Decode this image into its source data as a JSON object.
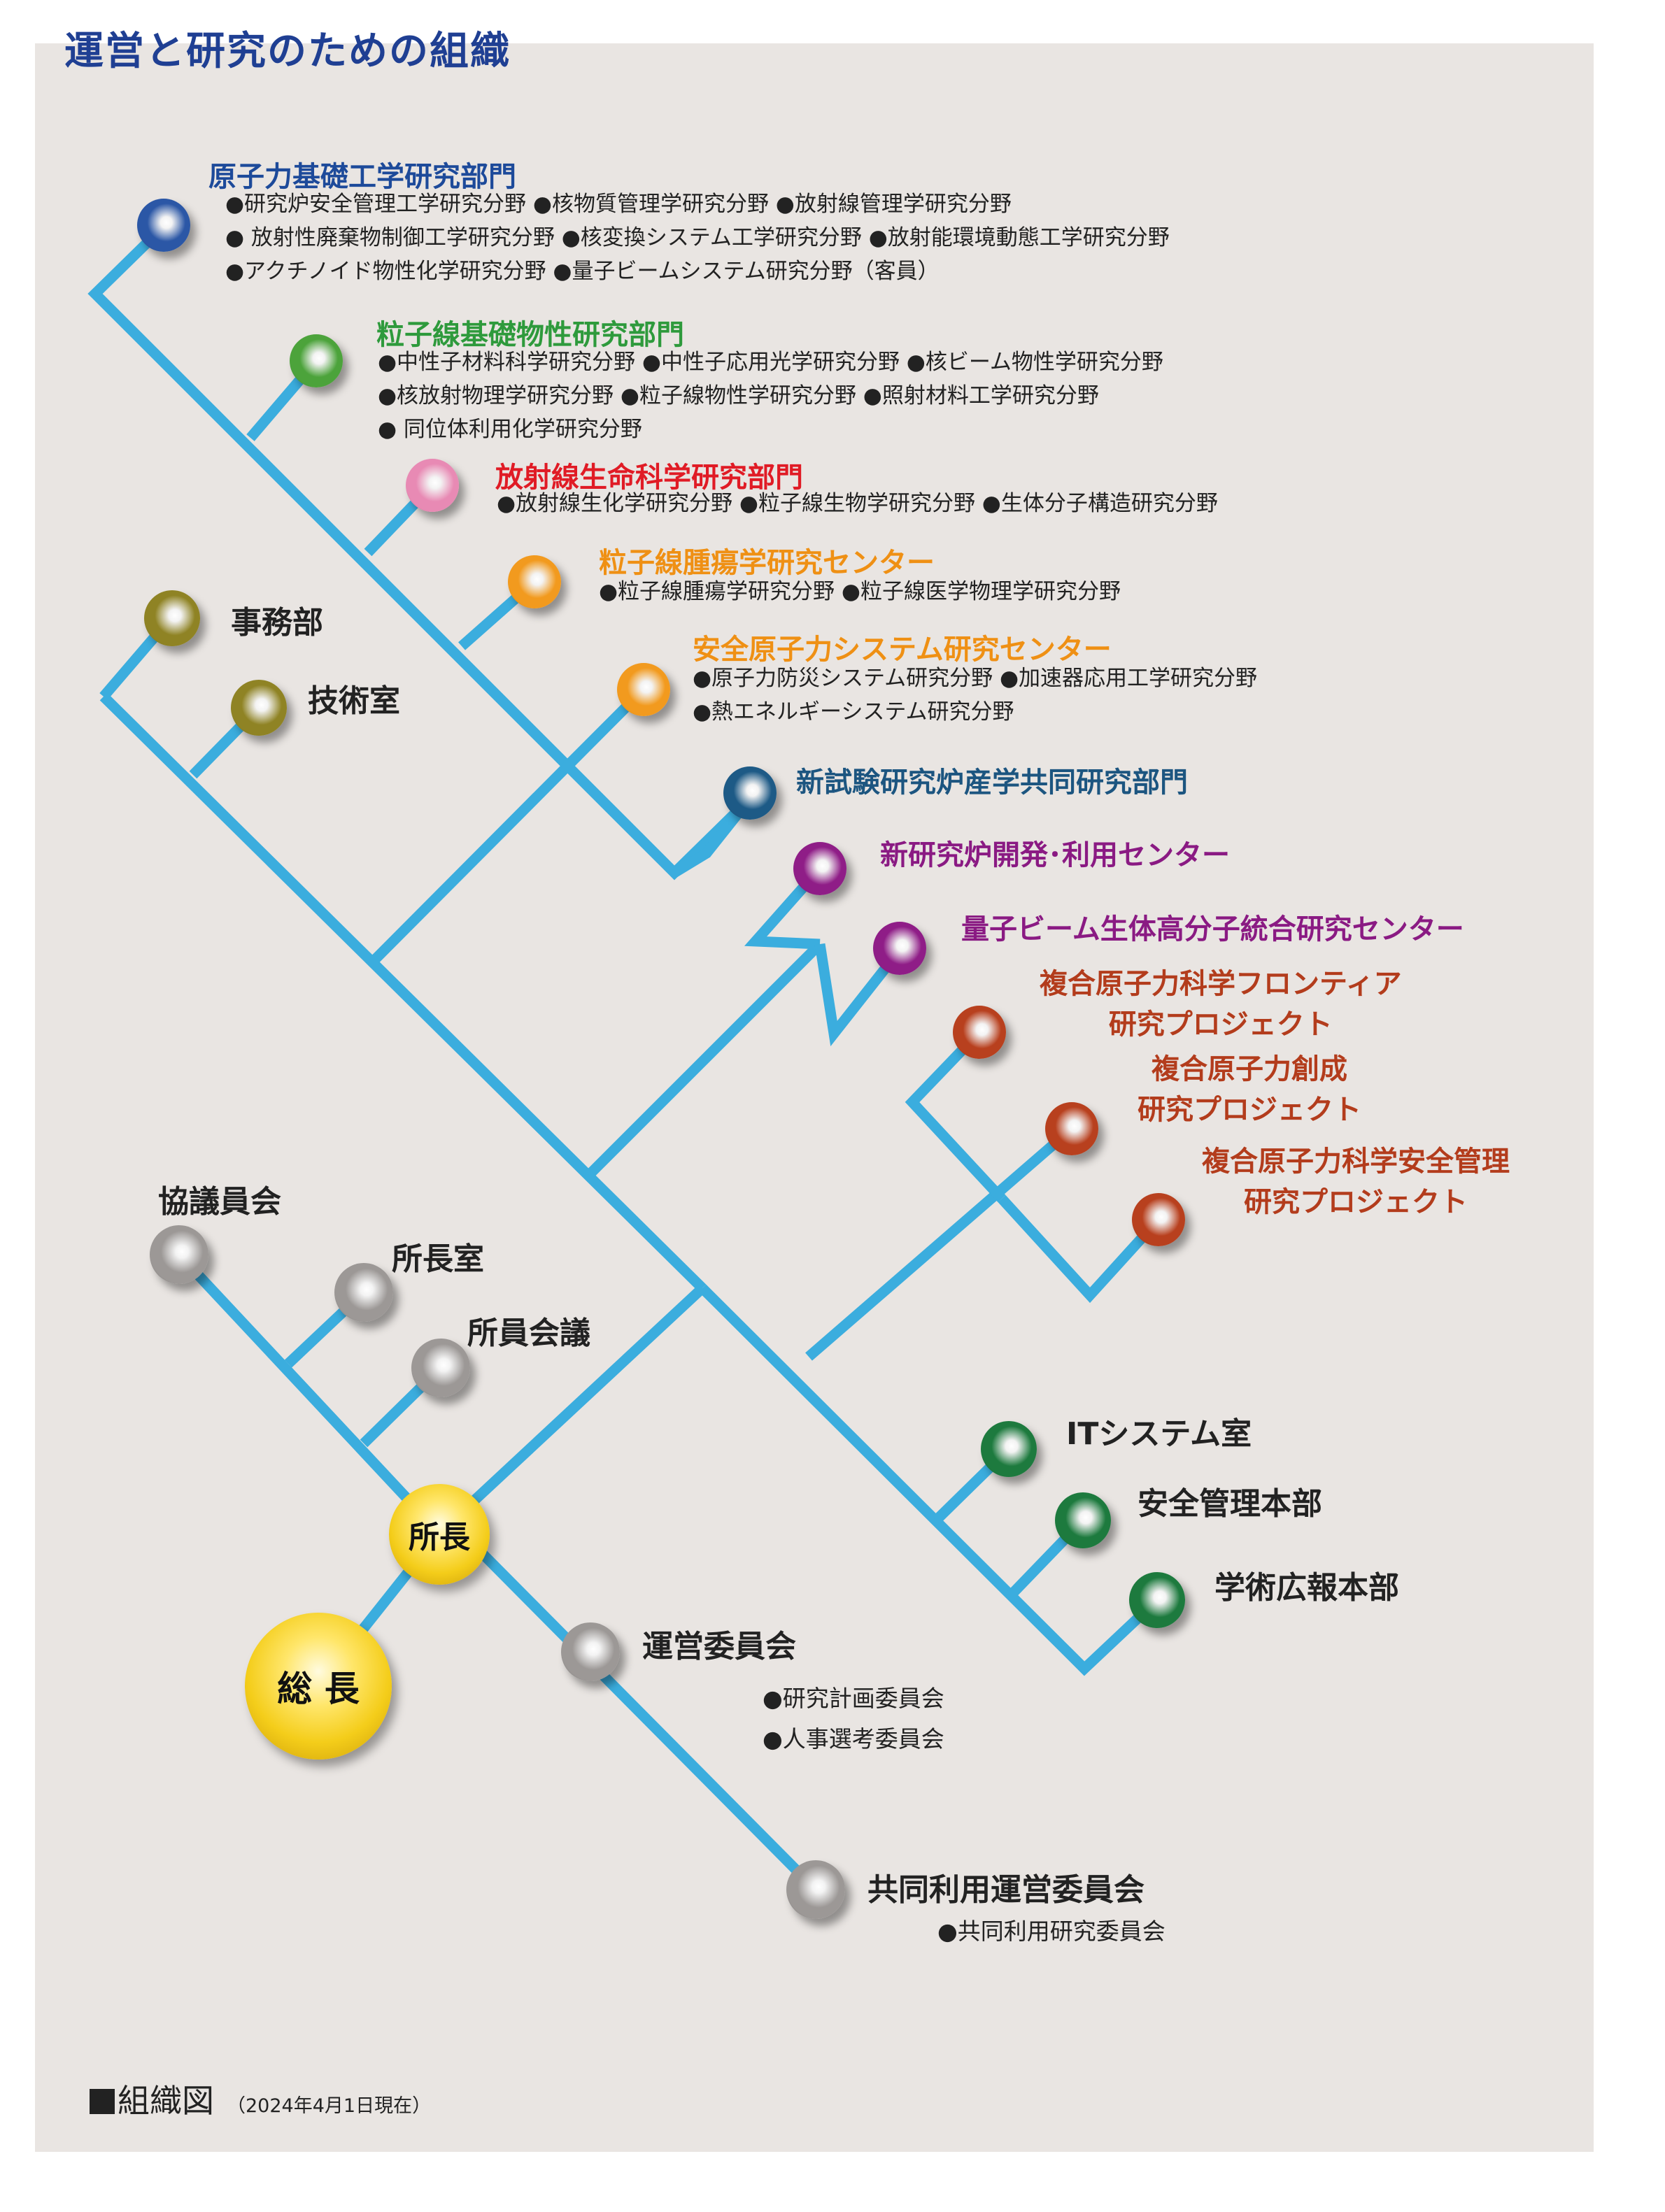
{
  "title": "運営と研究のための組織",
  "colors": {
    "line": "#3badde",
    "research_dept_1": "#2b57a6",
    "research_dept_2": "#4ca33b",
    "research_dept_3": "#e61e2a",
    "center_orange": "#f29a1e",
    "dept_navy": "#1d5a86",
    "center_purple": "#8f1d87",
    "project_brown": "#b8401e",
    "admin_olive": "#8f8324",
    "gray": "#9c9896",
    "green": "#1d7a3e",
    "gold": "#f4cd1a"
  },
  "units": [
    {
      "name": "原子力基礎工学研究部門",
      "color": "#1d4a9a",
      "fields": [
        "●研究炉安全管理工学研究分野 ●核物質管理学研究分野 ●放射線管理学研究分野",
        "● 放射性廃棄物制御工学研究分野 ●核変換システム工学研究分野  ●放射能環境動態工学研究分野",
        "●アクチノイド物性化学研究分野   ●量子ビームシステム研究分野（客員）"
      ]
    },
    {
      "name": "粒子線基礎物性研究部門",
      "color": "#2e9a3c",
      "fields": [
        "●中性子材料科学研究分野 ●中性子応用光学研究分野 ●核ビーム物性学研究分野",
        "●核放射物理学研究分野 ●粒子線物性学研究分野 ●照射材料工学研究分野",
        "● 同位体利用化学研究分野"
      ]
    },
    {
      "name": "放射線生命科学研究部門",
      "color": "#e01b25",
      "fields": [
        "●放射線生化学研究分野 ●粒子線生物学研究分野 ●生体分子構造研究分野"
      ]
    },
    {
      "name": "粒子線腫瘍学研究センター",
      "color": "#ef9014",
      "fields": [
        "●粒子線腫瘍学研究分野 ●粒子線医学物理学研究分野"
      ]
    },
    {
      "name": "安全原子力システム研究センター",
      "color": "#ef9014",
      "fields": [
        "●原子力防災システム研究分野  ●加速器応用工学研究分野",
        "●熱エネルギーシステム研究分野"
      ]
    },
    {
      "name": "新試験研究炉産学共同研究部門",
      "color": "#1c5580",
      "fields": []
    },
    {
      "name": "新研究炉開発･利用センター",
      "color": "#8a1a83",
      "fields": []
    },
    {
      "name": "量子ビーム生体高分子統合研究センター",
      "color": "#8a1a83",
      "fields": []
    },
    {
      "name": "複合原子力科学フロンティア\n研究プロジェクト",
      "color": "#b33c1c",
      "fields": []
    },
    {
      "name": "複合原子力創成\n研究プロジェクト",
      "color": "#b33c1c",
      "fields": []
    },
    {
      "name": "複合原子力科学安全管理\n研究プロジェクト",
      "color": "#b33c1c",
      "fields": []
    }
  ],
  "admin": {
    "jimubu": "事務部",
    "gijutsushitsu": "技術室",
    "it": "ITシステム室",
    "anzen": "安全管理本部",
    "gakujutsu": "学術広報本部"
  },
  "governance": {
    "kyogiinkai": "協議員会",
    "shochoshitsu": "所長室",
    "shoinkaigi": "所員会議",
    "director": "所長",
    "president": "総 長",
    "uneiiinkai": "運営委員会",
    "unei_sub": [
      "●研究計画委員会",
      "●人事選考委員会"
    ],
    "kyodo": "共同利用運営委員会",
    "kyodo_sub": [
      "●共同利用研究委員会"
    ]
  },
  "caption": {
    "label": "組織図",
    "date": "（2024年4月1日現在）"
  }
}
